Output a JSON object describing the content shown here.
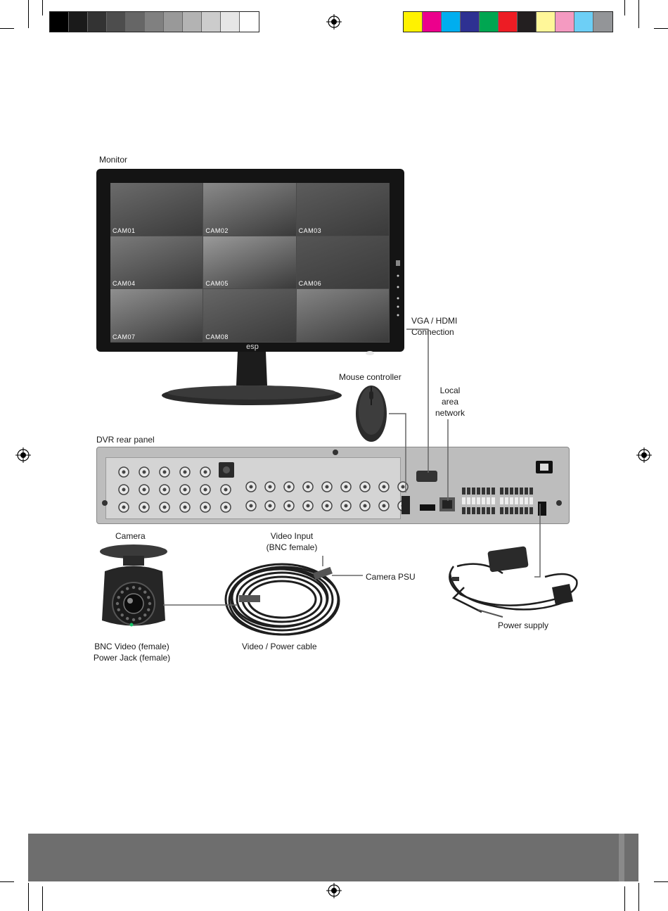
{
  "labels": {
    "monitor": "Monitor",
    "vga_hdmi_line1": "VGA / HDMI",
    "vga_hdmi_line2": "Connection",
    "mouse": "Mouse controller",
    "lan_line1": "Local",
    "lan_line2": "area",
    "lan_line3": "network",
    "dvr": "DVR rear panel",
    "camera": "Camera",
    "video_input_line1": "Video Input",
    "video_input_line2": "(BNC female)",
    "camera_psu": "Camera PSU",
    "power_supply": "Power supply",
    "bnc_line1": "BNC Video (female)",
    "bnc_line2": "Power Jack (female)",
    "cable": "Video / Power cable"
  },
  "monitor": {
    "brand": "esp",
    "cameras": [
      "CAM01",
      "CAM02",
      "CAM03",
      "CAM04",
      "CAM05",
      "CAM06",
      "CAM07",
      "CAM08",
      ""
    ]
  },
  "colors": {
    "grayscale": [
      "#000000",
      "#1a1a1a",
      "#333333",
      "#4d4d4d",
      "#666666",
      "#808080",
      "#999999",
      "#b3b3b3",
      "#cccccc",
      "#e6e6e6",
      "#ffffff"
    ],
    "process": [
      "#fff200",
      "#ec008c",
      "#00aeef",
      "#2e3192",
      "#00a651",
      "#ed1c24",
      "#231f20",
      "#fff799",
      "#f49ac1",
      "#6dcff6",
      "#939598"
    ]
  }
}
